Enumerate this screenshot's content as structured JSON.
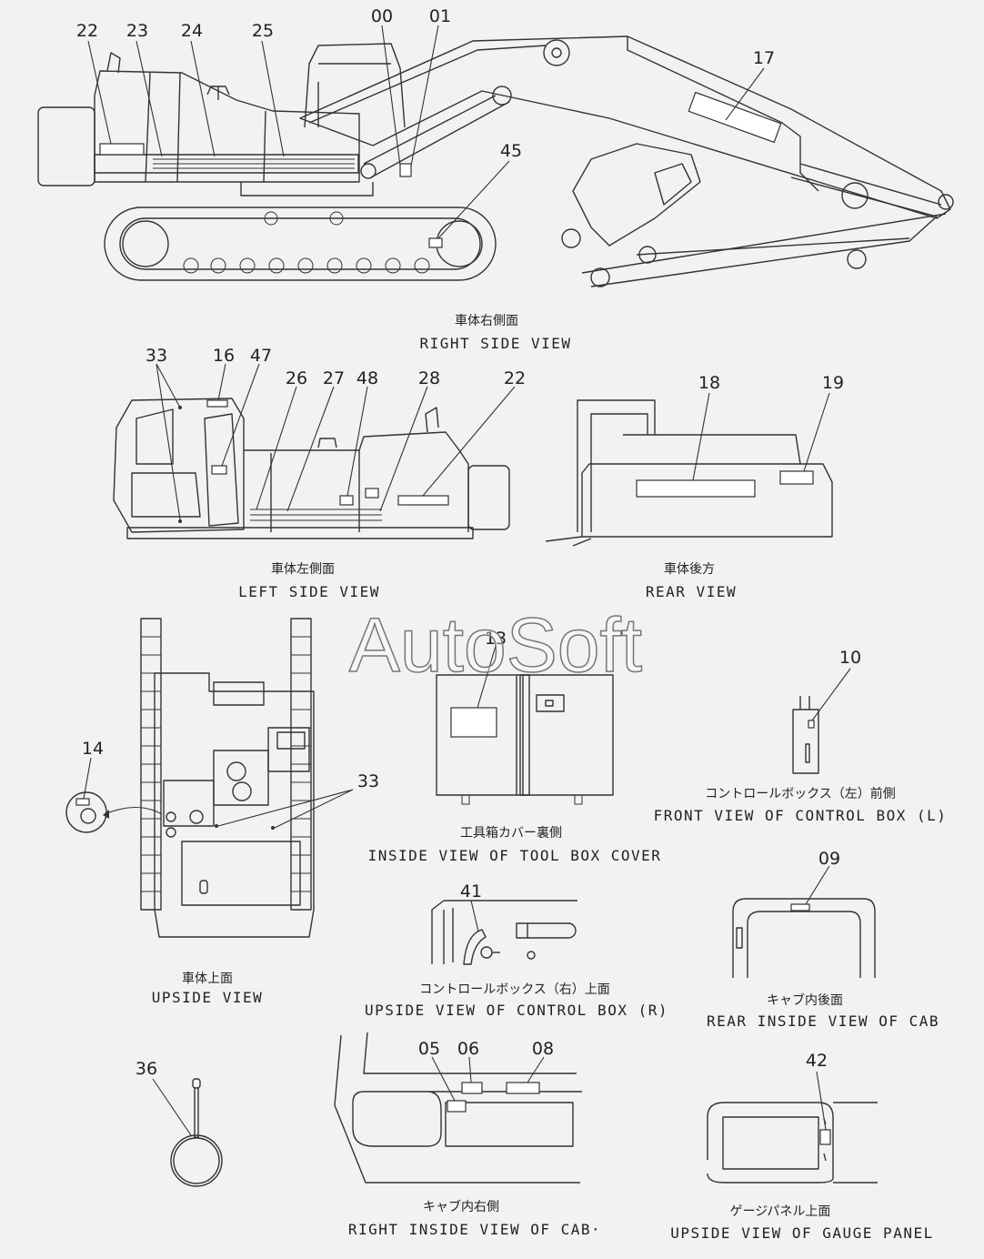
{
  "watermark": "AutoSoft",
  "views": {
    "right_side": {
      "caption_jp": "車体右側面",
      "caption_en": "RIGHT SIDE VIEW",
      "callouts": [
        "22",
        "23",
        "24",
        "25",
        "00",
        "01",
        "17",
        "45"
      ]
    },
    "left_side": {
      "caption_jp": "車体左側面",
      "caption_en": "LEFT SIDE VIEW",
      "callouts": [
        "33",
        "16",
        "47",
        "26",
        "27",
        "48",
        "28",
        "22"
      ]
    },
    "rear": {
      "caption_jp": "車体後方",
      "caption_en": "REAR VIEW",
      "callouts": [
        "18",
        "19"
      ]
    },
    "upside": {
      "caption_jp": "車体上面",
      "caption_en": "UPSIDE VIEW",
      "callouts": [
        "14",
        "33"
      ]
    },
    "tool_box": {
      "caption_jp": "工具箱カバー裏側",
      "caption_en": "INSIDE VIEW OF TOOL BOX COVER",
      "callouts": [
        "13"
      ]
    },
    "control_box_l": {
      "caption_jp": "コントロールボックス（左）前側",
      "caption_en": "FRONT VIEW OF CONTROL BOX (L)",
      "callouts": [
        "10"
      ]
    },
    "control_box_r": {
      "caption_jp": "コントロールボックス（右）上面",
      "caption_en": "UPSIDE VIEW OF CONTROL BOX (R)",
      "callouts": [
        "41"
      ]
    },
    "cab_rear": {
      "caption_jp": "キャブ内後面",
      "caption_en": "REAR INSIDE VIEW OF CAB",
      "callouts": [
        "09"
      ]
    },
    "ring": {
      "callouts": [
        "36"
      ]
    },
    "cab_right": {
      "caption_jp": "キャブ内右側",
      "caption_en": "RIGHT INSIDE VIEW OF CAB·",
      "callouts": [
        "05",
        "06",
        "08"
      ]
    },
    "gauge_panel": {
      "caption_jp": "ゲージパネル上面",
      "caption_en": "UPSIDE VIEW OF GAUGE PANEL",
      "callouts": [
        "42"
      ]
    }
  }
}
